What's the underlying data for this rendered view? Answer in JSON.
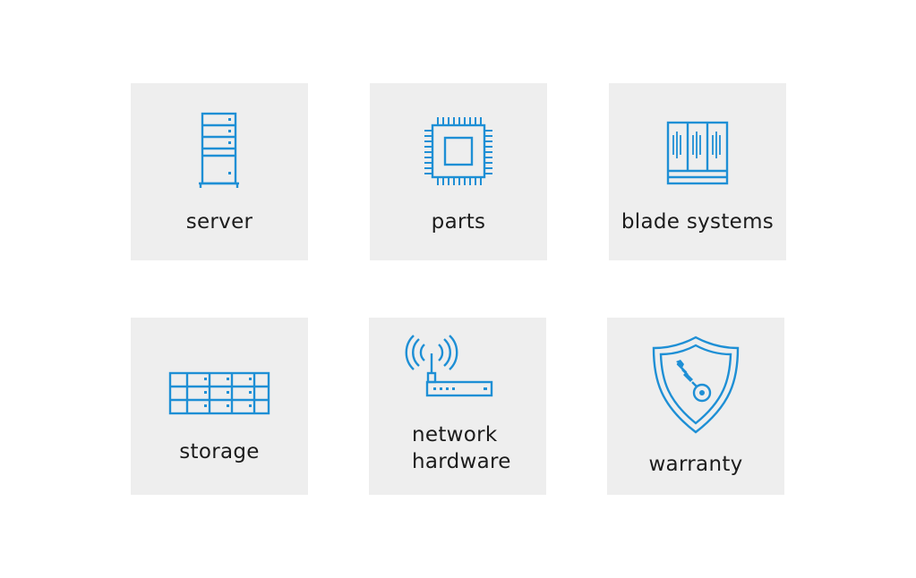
{
  "accent_color": "#1e8fd5",
  "tiles": [
    {
      "label": "server",
      "icon": "server-rack-icon"
    },
    {
      "label": "parts",
      "icon": "cpu-chip-icon"
    },
    {
      "label": "blade systems",
      "icon": "blade-chassis-icon"
    },
    {
      "label": "storage",
      "icon": "storage-array-icon"
    },
    {
      "label_line1": "network",
      "label_line2": "hardware",
      "icon": "wifi-router-icon"
    },
    {
      "label": "warranty",
      "icon": "shield-wrench-icon"
    }
  ]
}
